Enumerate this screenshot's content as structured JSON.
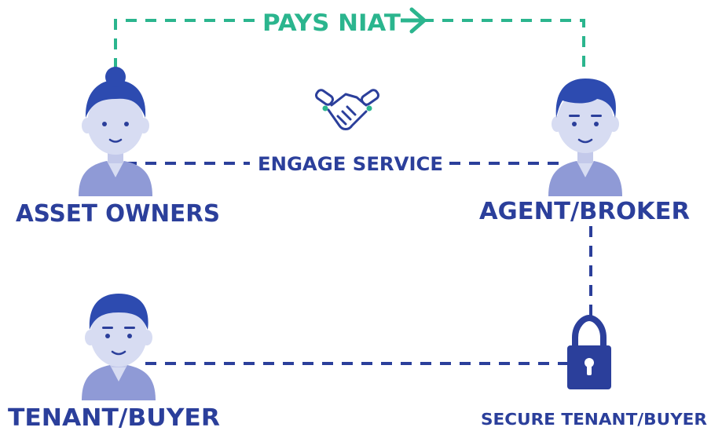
{
  "colors": {
    "green": "#2bb58e",
    "navy": "#2b3f9b",
    "skin": "#d7dcf2",
    "skin_shade": "#c3c9ea",
    "hair": "#2d4bb0",
    "shirt": "#8f9ad6",
    "shirt_shade": "#7b86cc",
    "background": "#ffffff"
  },
  "connections": {
    "top_label": "PAYS NIAT",
    "middle_label": "ENGAGE SERVICE"
  },
  "actors": {
    "asset_owners": "ASSET OWNERS",
    "agent_broker": "AGENT/BROKER",
    "tenant_buyer": "TENANT/BUYER",
    "secure_tenant_buyer": "SECURE TENANT/BUYER"
  },
  "icons": {
    "handshake": "handshake-icon",
    "lock": "lock-icon",
    "arrow": "arrow-right-icon"
  }
}
